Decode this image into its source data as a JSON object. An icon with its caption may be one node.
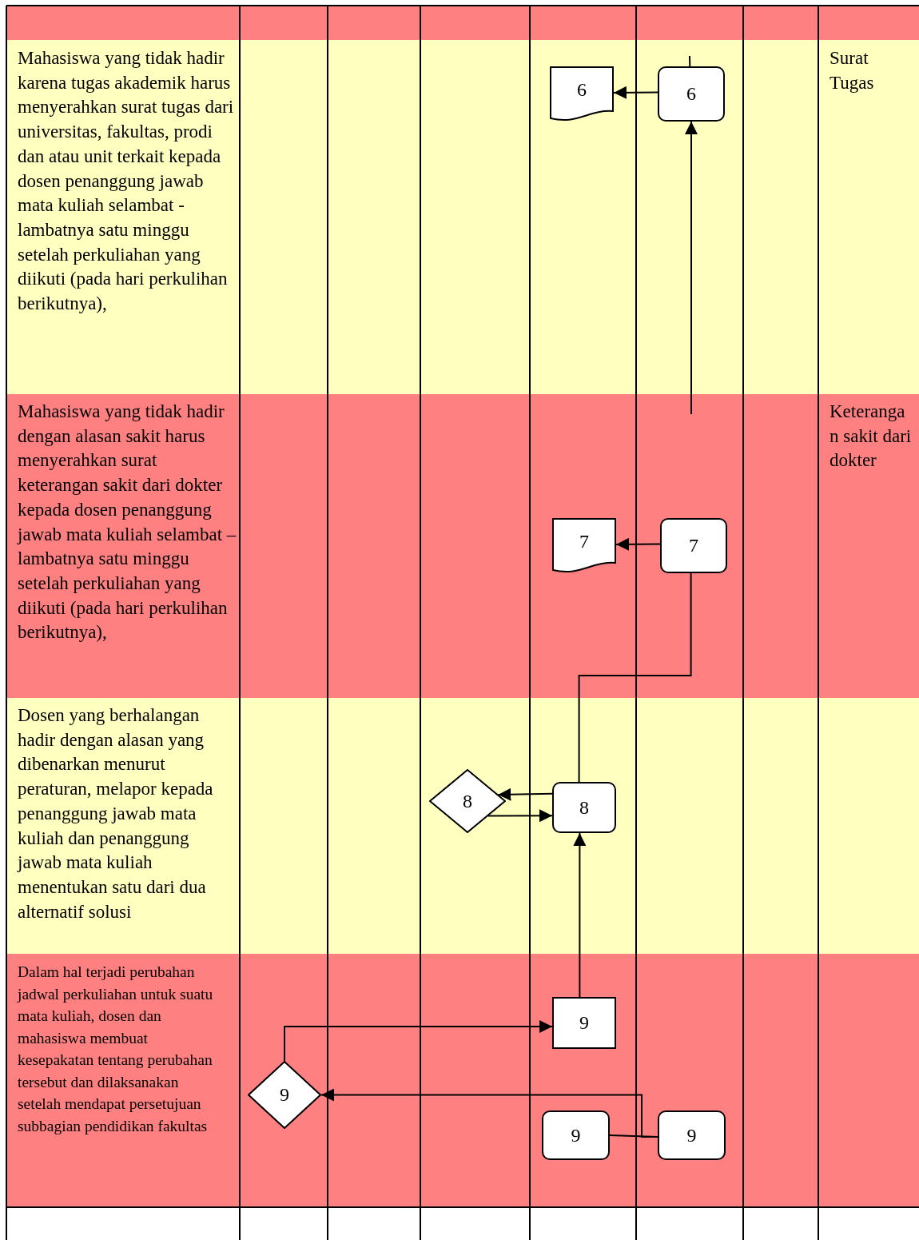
{
  "diagram": {
    "nodes": [
      {
        "text": [
          "6"
        ]
      },
      {
        "text": [
          "6"
        ]
      },
      {
        "text": [
          "7"
        ]
      },
      {
        "text": [
          "7"
        ]
      },
      {
        "text": [
          "8"
        ]
      },
      {
        "text": [
          "8"
        ]
      },
      {
        "text": [
          "9"
        ]
      },
      {
        "text": [
          "9"
        ]
      },
      {
        "text": [
          "9"
        ]
      },
      {
        "text": [
          "9"
        ]
      }
    ],
    "edges": [
      {
        "from": 1,
        "to": 0,
        "arrow": "to"
      },
      {
        "from": null,
        "to": 1,
        "arrow": "none"
      },
      {
        "from": null,
        "to": 1,
        "arrow": "to"
      },
      {
        "from": 3,
        "to": 2,
        "arrow": "to"
      },
      {
        "from": 3,
        "to": 5,
        "arrow": "none"
      },
      {
        "from": 5,
        "to": 4,
        "arrow": "to"
      },
      {
        "from": 4,
        "to": 5,
        "arrow": "to"
      },
      {
        "from": 6,
        "to": 5,
        "arrow": "to"
      },
      {
        "from": 7,
        "to": 6,
        "arrow": "to"
      },
      {
        "from": 9,
        "to": 7,
        "arrow": "to"
      },
      {
        "from": 8,
        "to": 9,
        "arrow": "none"
      }
    ],
    "labels": [
      "Mahasiswa yang tidak hadir karena tugas akademik harus menyerahkan surat tugas dari universitas, fakultas, prodi dan atau unit terkait kepada dosen penanggung jawab mata kuliah selambat - lambatnya satu minggu setelah perkuliahan yang diikuti (pada hari perkulihan berikutnya),",
      "Surat Tugas",
      "Mahasiswa yang tidak hadir dengan alasan sakit harus menyerahkan surat keterangan sakit dari dokter kepada dosen penanggung jawab mata kuliah selambat – lambatnya satu minggu setelah perkuliahan yang diikuti (pada hari perkulihan berikutnya),",
      "Keterangan sakit dari dokter",
      "Dosen yang berhalangan hadir dengan alasan yang dibenarkan menurut peraturan, melapor kepada penanggung jawab mata kuliah dan penanggung jawab mata kuliah menentukan satu dari dua alternatif solusi",
      "Dalam hal terjadi perubahan jadwal perkuliahan untuk suatu mata kuliah, dosen dan mahasiswa membuat kesepakatan tentang perubahan tersebut dan dilaksanakan setelah mendapat persetujuan subbagian pendidikan fakultas"
    ]
  }
}
